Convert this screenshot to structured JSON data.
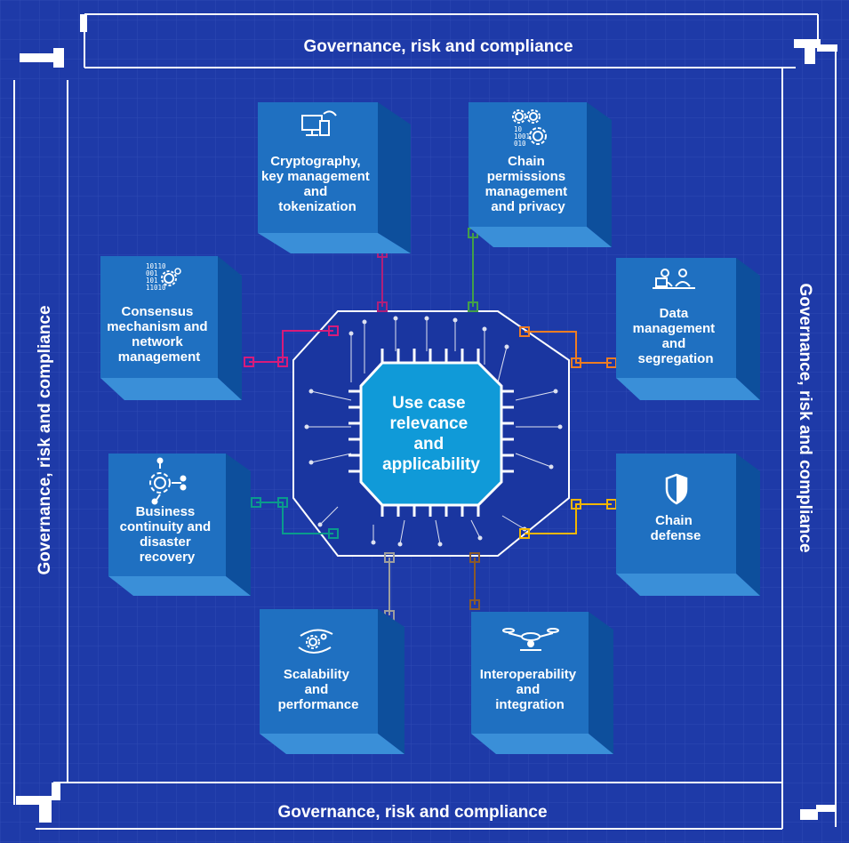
{
  "frame": {
    "top": "Governance, risk and compliance",
    "bottom": "Governance, risk and compliance",
    "left": "Governance, risk and compliance",
    "right": "Governance, risk and compliance"
  },
  "center": {
    "lines": [
      "Use case",
      "relevance",
      "and",
      "applicability"
    ]
  },
  "boxes": [
    {
      "id": "crypto",
      "lines": [
        "Cryptography,",
        "key management",
        "and",
        "tokenization"
      ],
      "icon": "devices-icon",
      "connector_color": "#b0207a"
    },
    {
      "id": "permissions",
      "lines": [
        "Chain",
        "permissions",
        "management",
        "and privacy"
      ],
      "icon": "gears-binary-icon",
      "connector_color": "#43a047"
    },
    {
      "id": "consensus",
      "lines": [
        "Consensus",
        "mechanism and",
        "network",
        "management"
      ],
      "icon": "binary-gear-icon",
      "binary": [
        "10110",
        "001",
        "101",
        "11010"
      ],
      "connector_color": "#d81b7a"
    },
    {
      "id": "data",
      "lines": [
        "Data",
        "management",
        "and",
        "segregation"
      ],
      "icon": "people-laptop-icon",
      "connector_color": "#ef7d22"
    },
    {
      "id": "continuity",
      "lines": [
        "Business",
        "continuity and",
        "disaster",
        "recovery"
      ],
      "icon": "gear-network-icon",
      "connector_color": "#0a9b8c"
    },
    {
      "id": "defense",
      "lines": [
        "Chain",
        "defense"
      ],
      "icon": "shield-icon",
      "connector_color": "#f2b600"
    },
    {
      "id": "scalability",
      "lines": [
        "Scalability",
        "and",
        "performance"
      ],
      "icon": "hand-gears-icon",
      "connector_color": "#9e9e9e"
    },
    {
      "id": "interop",
      "lines": [
        "Interoperability",
        "and",
        "integration"
      ],
      "icon": "drone-icon",
      "connector_color": "#8a5a2b"
    }
  ],
  "colors": {
    "background": "#1e3aa8",
    "frame_line": "#ffffff",
    "box_front": "#1f70c1",
    "box_side": "#0d4f9c",
    "box_bottom": "#3a8fd8",
    "chip": "#109ad8",
    "chip_border": "#ffffff"
  }
}
